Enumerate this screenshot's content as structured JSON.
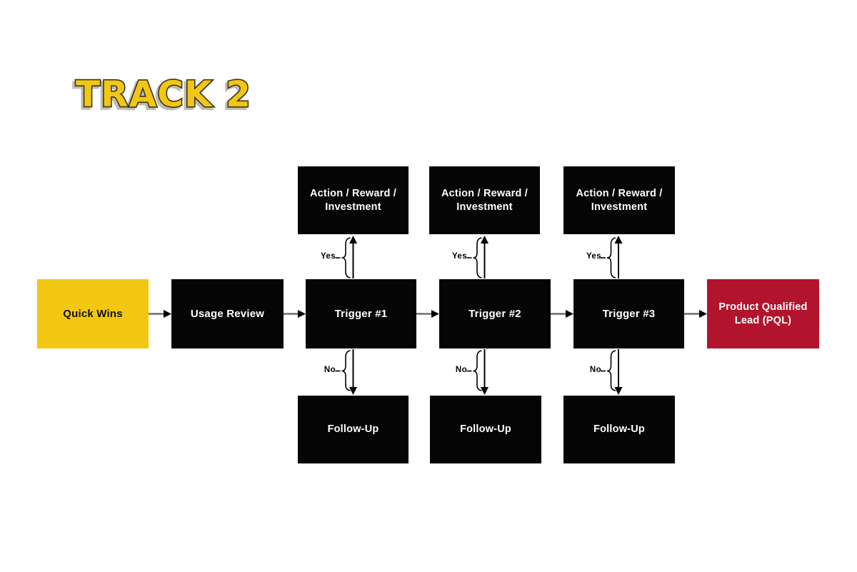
{
  "title": "TRACK 2",
  "colors": {
    "yellow": "#F2C711",
    "black": "#050505",
    "red": "#B1142C",
    "connector_line": "#6B6B6B",
    "arrowhead": "#000000",
    "title_fill": "#F2C713",
    "title_stroke": "#3A331C",
    "title_shadow": "#BDBDB4"
  },
  "nodes": {
    "quick_wins": {
      "label": "Quick Wins"
    },
    "usage_review": {
      "label": "Usage Review"
    },
    "trigger_1": {
      "label": "Trigger #1"
    },
    "trigger_2": {
      "label": "Trigger #2"
    },
    "trigger_3": {
      "label": "Trigger #3"
    },
    "pql": {
      "label": "Product Qualified Lead (PQL)"
    },
    "action_1": {
      "label": "Action / Reward / Investment"
    },
    "action_2": {
      "label": "Action / Reward / Investment"
    },
    "action_3": {
      "label": "Action / Reward / Investment"
    },
    "followup_1": {
      "label": "Follow-Up"
    },
    "followup_2": {
      "label": "Follow-Up"
    },
    "followup_3": {
      "label": "Follow-Up"
    }
  },
  "branches": {
    "yes": "Yes",
    "no": "No"
  }
}
